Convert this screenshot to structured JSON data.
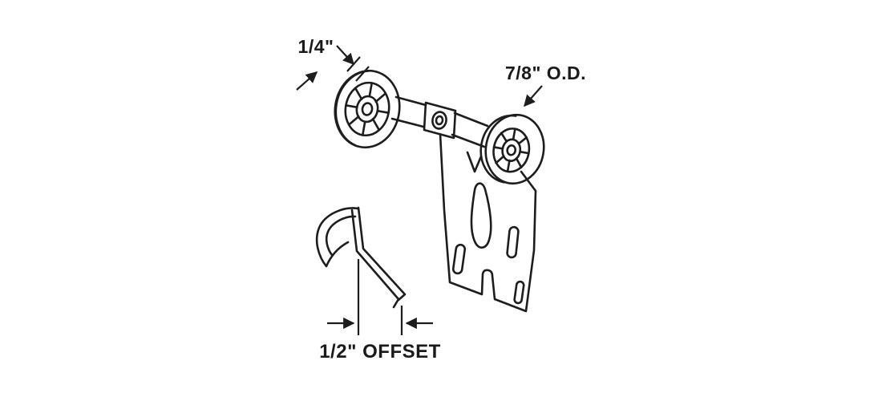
{
  "figure": {
    "background_color": "#ffffff",
    "line_color": "#1d1d1b",
    "labels": {
      "roller_thickness": "1/4\"",
      "roller_outer_diameter": "7/8\" O.D.",
      "bracket_offset": "1/2\" OFFSET"
    }
  }
}
